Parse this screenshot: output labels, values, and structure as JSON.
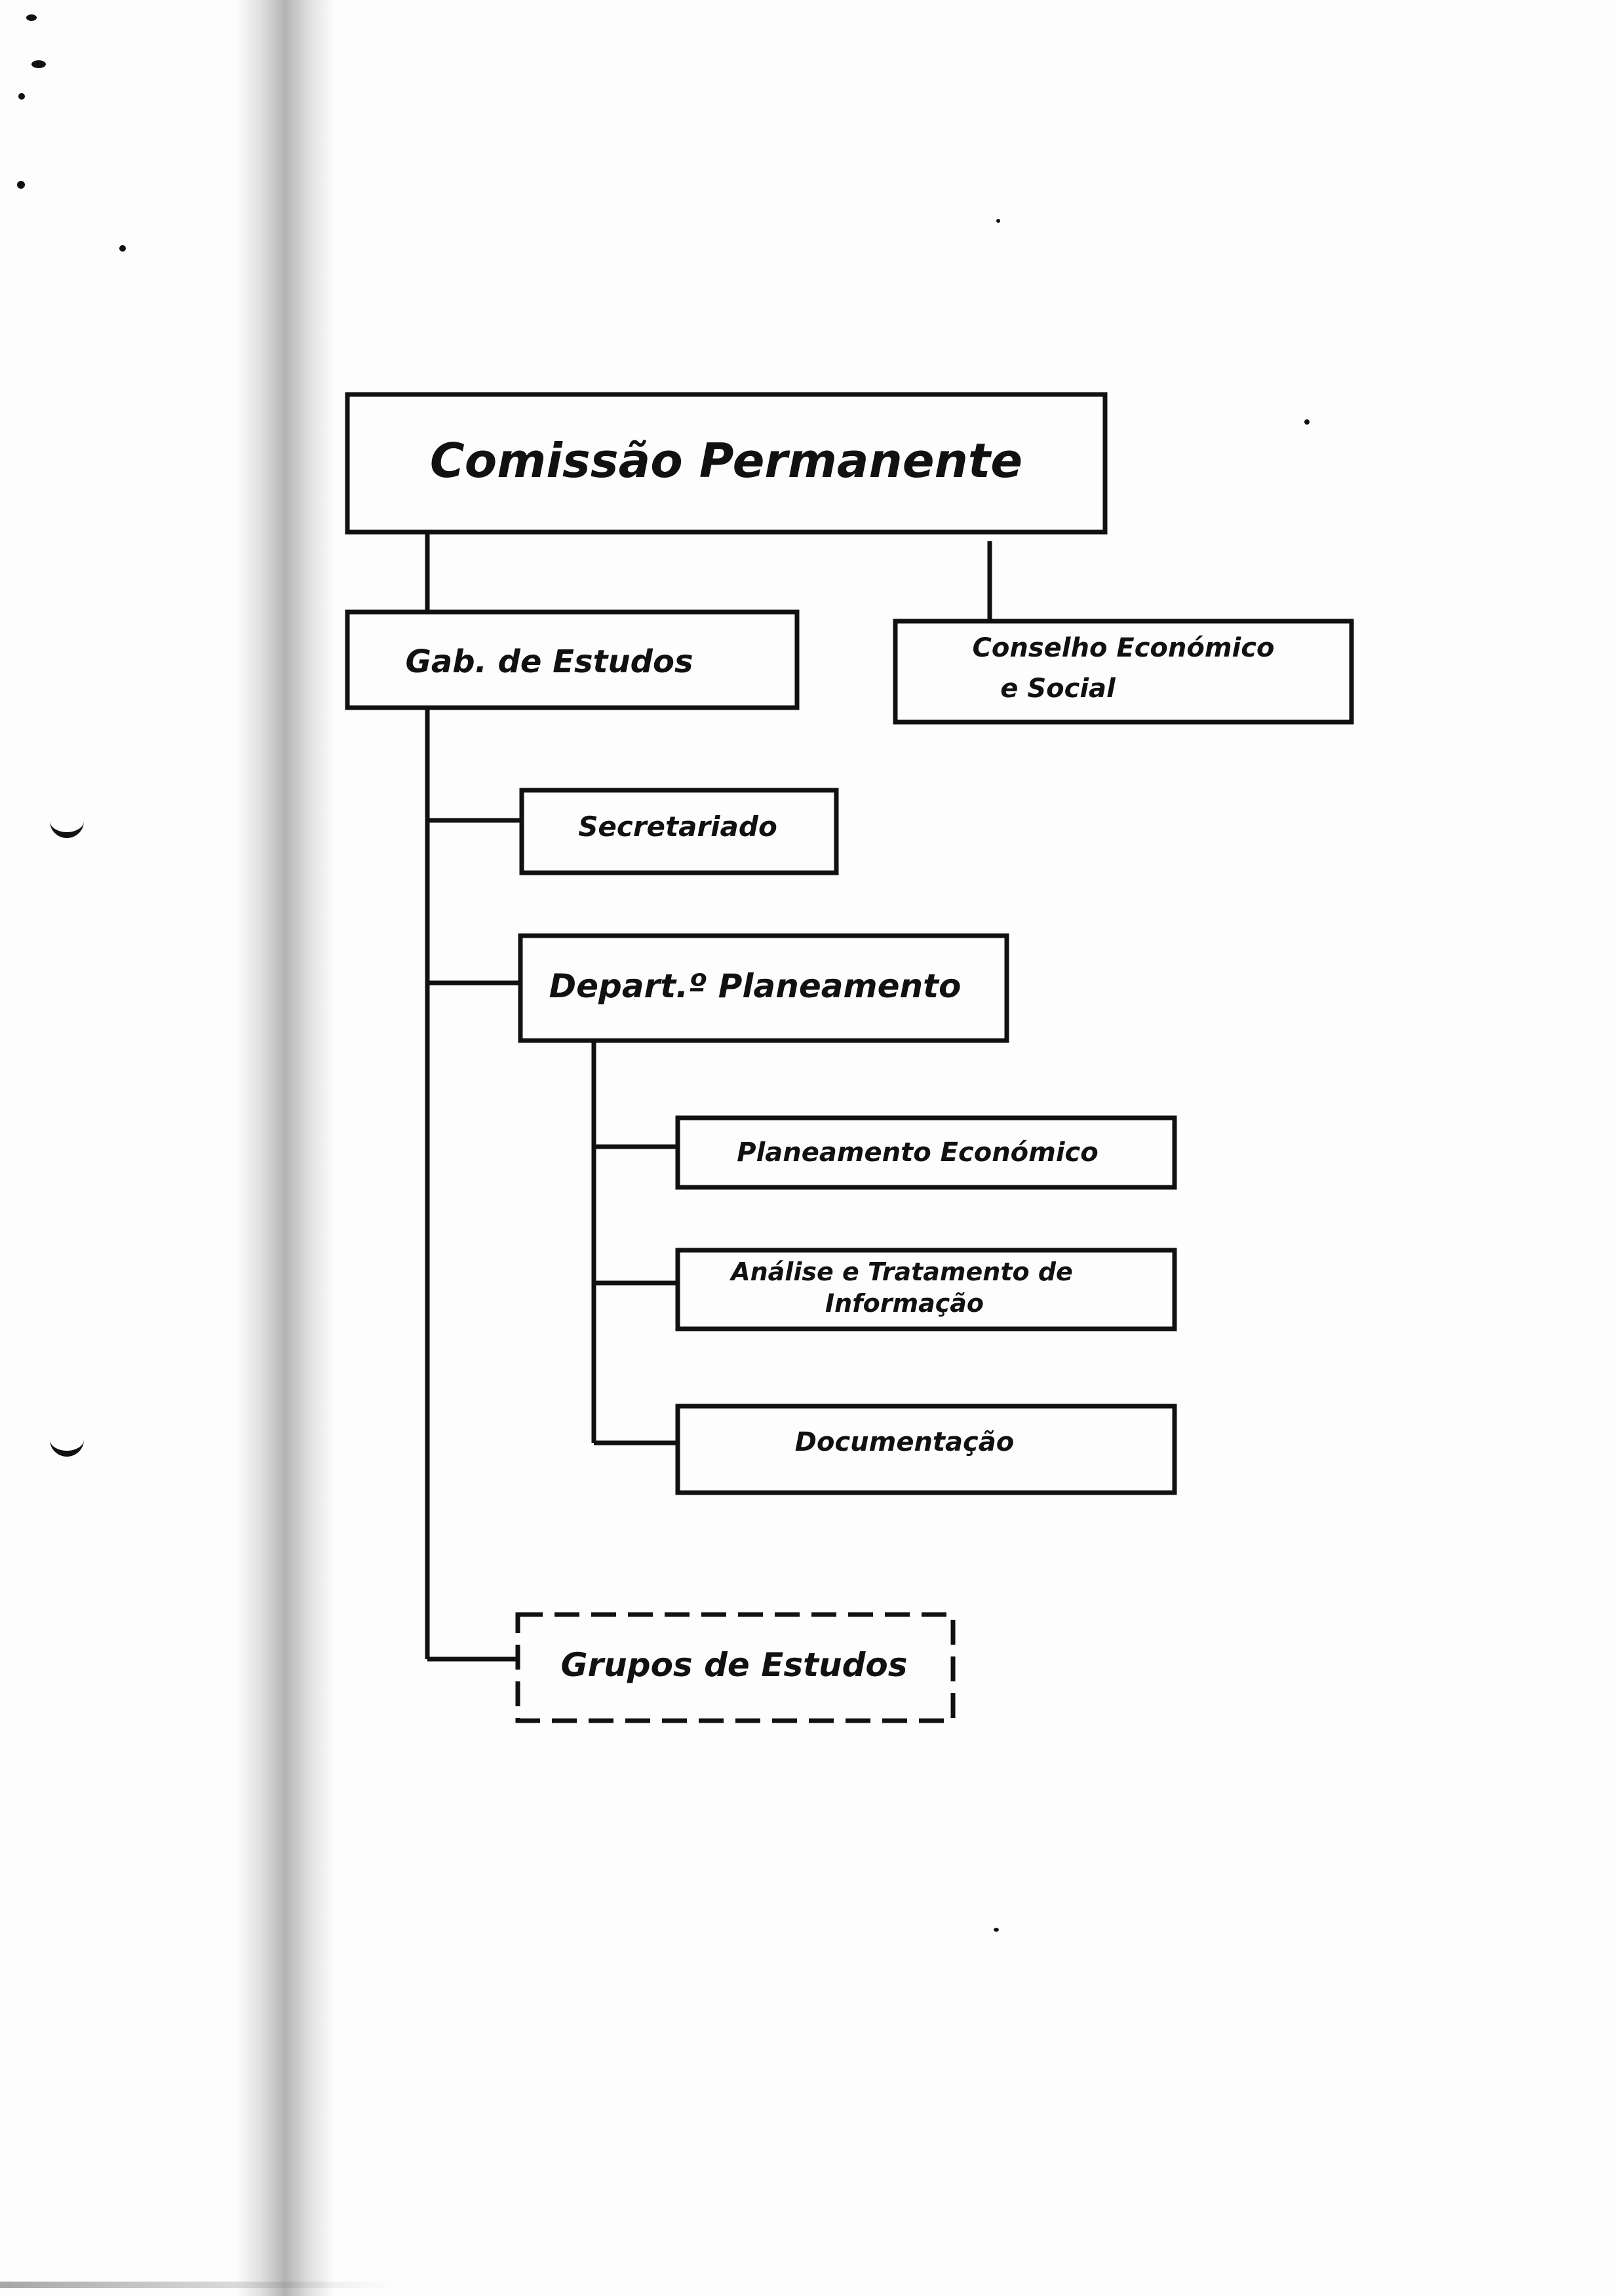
{
  "organigram": {
    "top": {
      "label": "Comissão Permanente"
    },
    "gabinete": {
      "label": "Gab. de Estudos"
    },
    "conselho": {
      "label_line1": "Conselho Económico",
      "label_line2": "e Social"
    },
    "secretariado": {
      "label": "Secretariado"
    },
    "departamento": {
      "label": "Depart.º Planeamento"
    },
    "planeamento_economico": {
      "label": "Planeamento Económico"
    },
    "analise": {
      "label_line1": "Análise e Tratamento de",
      "label_line2": "Informação"
    },
    "documentacao": {
      "label": "Documentação"
    },
    "grupos": {
      "label": "Grupos de Estudos"
    }
  },
  "colors": {
    "ink": "#111111",
    "paper": "#fdfdfd"
  }
}
